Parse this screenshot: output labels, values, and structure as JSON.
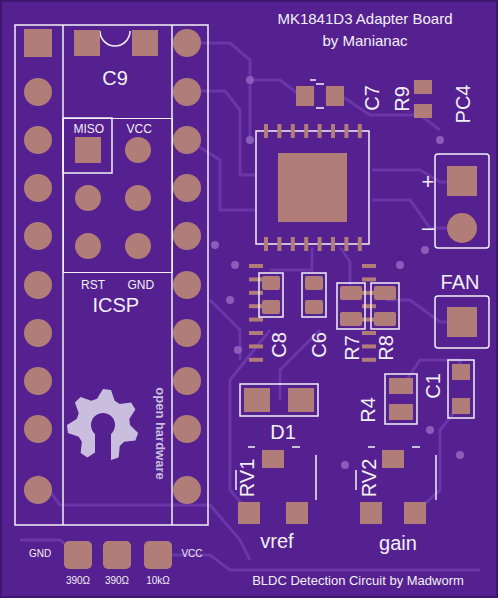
{
  "diagram": {
    "nodes": [
      {
        "text": [
          "MISO",
          "VCC",
          "RST",
          "GND",
          "ICSP"
        ]
      }
    ],
    "edges": [],
    "labels": [
      "MK1841D3 Adapter Board",
      "by Manianac",
      "C9",
      "C7",
      "R9",
      "PC4",
      "+",
      "–",
      "FAN",
      "C8",
      "C6",
      "R7",
      "R8",
      "R4",
      "C1",
      "D1",
      "RV1",
      "RV2",
      "vref",
      "gain",
      "GND",
      "VCC",
      "390Ω",
      "390Ω",
      "10kΩ",
      "BLDC Detection Circuit by Madworm",
      "open hardware"
    ]
  }
}
